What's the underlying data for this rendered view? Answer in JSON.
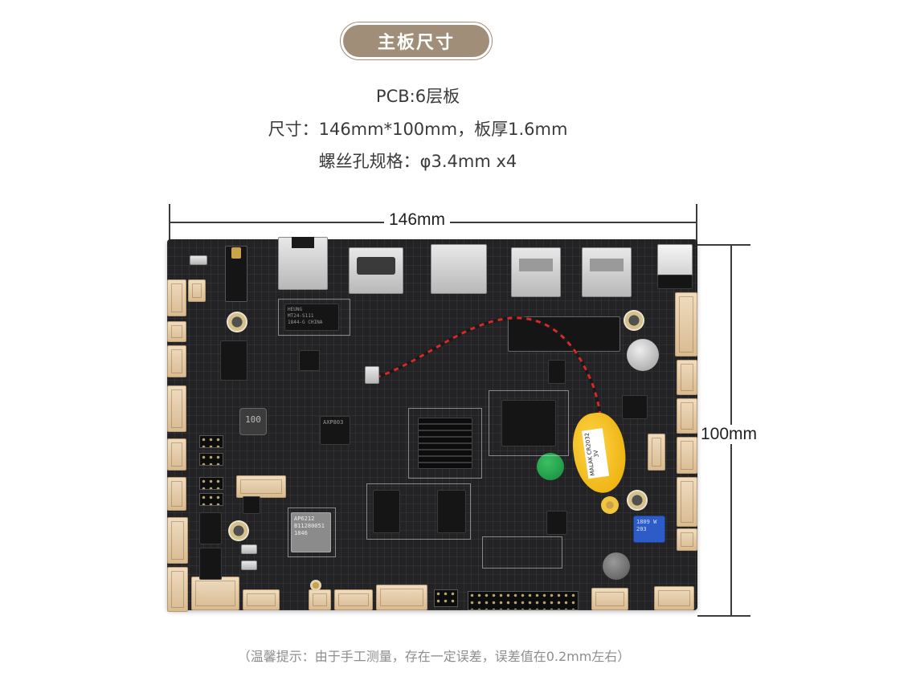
{
  "header": {
    "title": "主板尺寸"
  },
  "specs": {
    "pcb_layers": "PCB:6层板",
    "dimensions": "尺寸：146mm*100mm，板厚1.6mm",
    "screw_holes": "螺丝孔规格：φ3.4mm x4"
  },
  "dimensions": {
    "width_label": "146mm",
    "height_label": "100mm"
  },
  "board": {
    "chip_labels": {
      "ethernet": "HEUNG\nMT24-S111\n1844-G CHINA",
      "pmic": "AXP803",
      "wifi": "AP6212\nB11280051\n1846",
      "inductor": "100"
    },
    "battery_label": "MALAK CR2032 3V",
    "pot_label": "1809 W 203",
    "colors": {
      "pcb": "#232325",
      "connector": "#e6d1b2",
      "battery": "#f2bf1a",
      "green_dot": "#23a24a",
      "potentiometer": "#2d5bc8",
      "cable_red": "#d42a2a"
    }
  },
  "footer": {
    "note": "（温馨提示：由于手工测量，存在一定误差，误差值在0.2mm左右）"
  },
  "colors": {
    "pill": "#a08e78",
    "text": "#3a3a3a",
    "note": "#8e8e8e"
  }
}
